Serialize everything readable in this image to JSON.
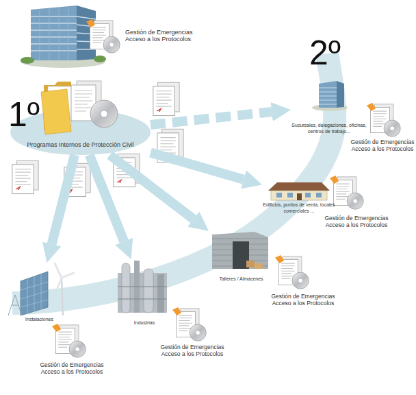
{
  "diagram": {
    "nodes": [
      {
        "text": [
          "Programas Internos de Protección Civil"
        ]
      },
      {
        "text": [
          "Sucursales, delegaciones, oficinas, centros de trabajo..."
        ]
      },
      {
        "text": [
          "Edificios, puntos de venta, locales comerciales ..."
        ]
      },
      {
        "text": [
          "Talleres / Almacenes"
        ]
      },
      {
        "text": [
          "Industrias"
        ]
      },
      {
        "text": [
          "Instalaciones"
        ]
      }
    ],
    "edges": [
      {
        "from": 0,
        "to": 1,
        "arrow": "to"
      },
      {
        "from": 0,
        "to": 2,
        "arrow": "to"
      },
      {
        "from": 0,
        "to": 3,
        "arrow": "to"
      },
      {
        "from": 0,
        "to": 4,
        "arrow": "to"
      },
      {
        "from": 0,
        "to": 5,
        "arrow": "to"
      }
    ],
    "labels": [
      "Gestión de Emergencias Acceso a los Protocolos",
      "2º",
      "1º",
      "Gestión de Emergencias Acceso a los Protocolos",
      "Gestión de Emergencias Acceso a los Protocolos",
      "Gestión de Emergencias Acceso a los Protocolos",
      "Gestión de Emergencias Acceso a los Protocolos",
      "Gestión de Emergencias Acceso a los Protocolos"
    ]
  }
}
